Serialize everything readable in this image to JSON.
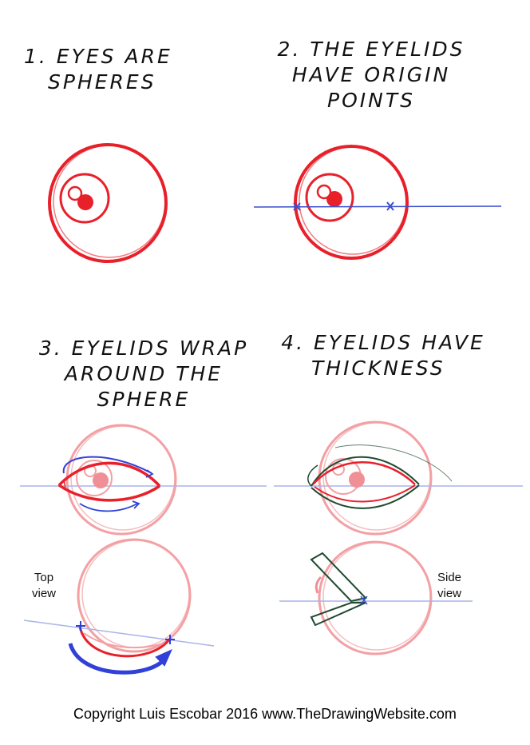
{
  "steps": [
    {
      "line1": "1. Eyes are",
      "line2": "spheres",
      "line3": ""
    },
    {
      "line1": "2. The eyelids",
      "line2": "have origin",
      "line3": "points"
    },
    {
      "line1": "3. Eyelids wrap",
      "line2": "around the",
      "line3": "sphere"
    },
    {
      "line1": "4. Eyelids have",
      "line2": "thickness",
      "line3": ""
    }
  ],
  "labels": {
    "top_view_1": "Top",
    "top_view_2": "view",
    "side_view_1": "Side",
    "side_view_2": "view"
  },
  "copyright": "Copyright Luis Escobar 2016 www.TheDrawingWebsite.com",
  "colors": {
    "eyeball": "#e8202a",
    "eyeball_light": "#f3a0a4",
    "guide_line": "#3a4fd0",
    "guide_line_light": "#a9b4e8",
    "arrow": "#3040d8",
    "eyelid_dark": "#1f4a30"
  }
}
